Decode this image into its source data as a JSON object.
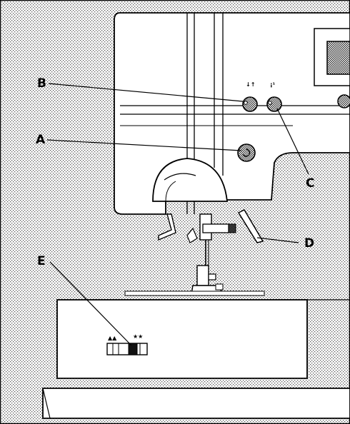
{
  "diagram": {
    "callouts": [
      {
        "id": "A",
        "label": "A"
      },
      {
        "id": "B",
        "label": "B"
      },
      {
        "id": "C",
        "label": "C"
      },
      {
        "id": "D",
        "label": "D"
      },
      {
        "id": "E",
        "label": "E"
      }
    ],
    "panel_symbols": {
      "reverse": "↓↑",
      "needle": "¡¹",
      "feed_left": "▲▲",
      "feed_right": "★★"
    },
    "colors": {
      "line": "#000000",
      "stipple_light": "#c8c8c8",
      "stipple_dark": "#9a9a9a",
      "paper": "#ffffff"
    }
  }
}
